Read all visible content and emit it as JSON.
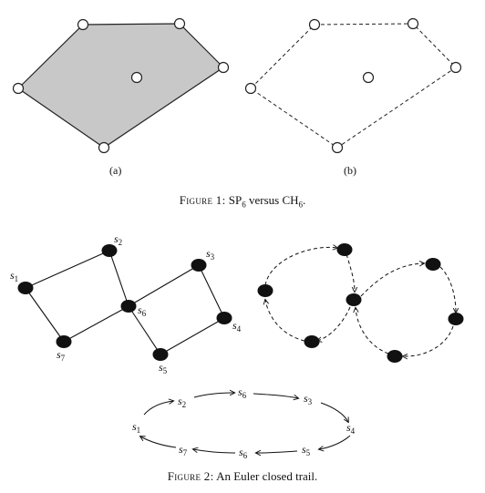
{
  "figure1": {
    "panel_a_label": "(a)",
    "panel_b_label": "(b)",
    "caption_prefix": "Figure 1:",
    "caption_text_1": "SP",
    "caption_sub_1": "6",
    "caption_text_2": " versus CH",
    "caption_sub_2": "6",
    "caption_text_3": ".",
    "fill_color": "#c8c8c8"
  },
  "figure2": {
    "caption_prefix": "Figure 2:",
    "caption_text": "An Euler closed trail.",
    "node_labels": [
      "s1",
      "s2",
      "s3",
      "s4",
      "s5",
      "s6",
      "s7"
    ],
    "trail_sequence": [
      "s1",
      "s2",
      "s6",
      "s3",
      "s4",
      "s5",
      "s6",
      "s7",
      "s1"
    ]
  }
}
